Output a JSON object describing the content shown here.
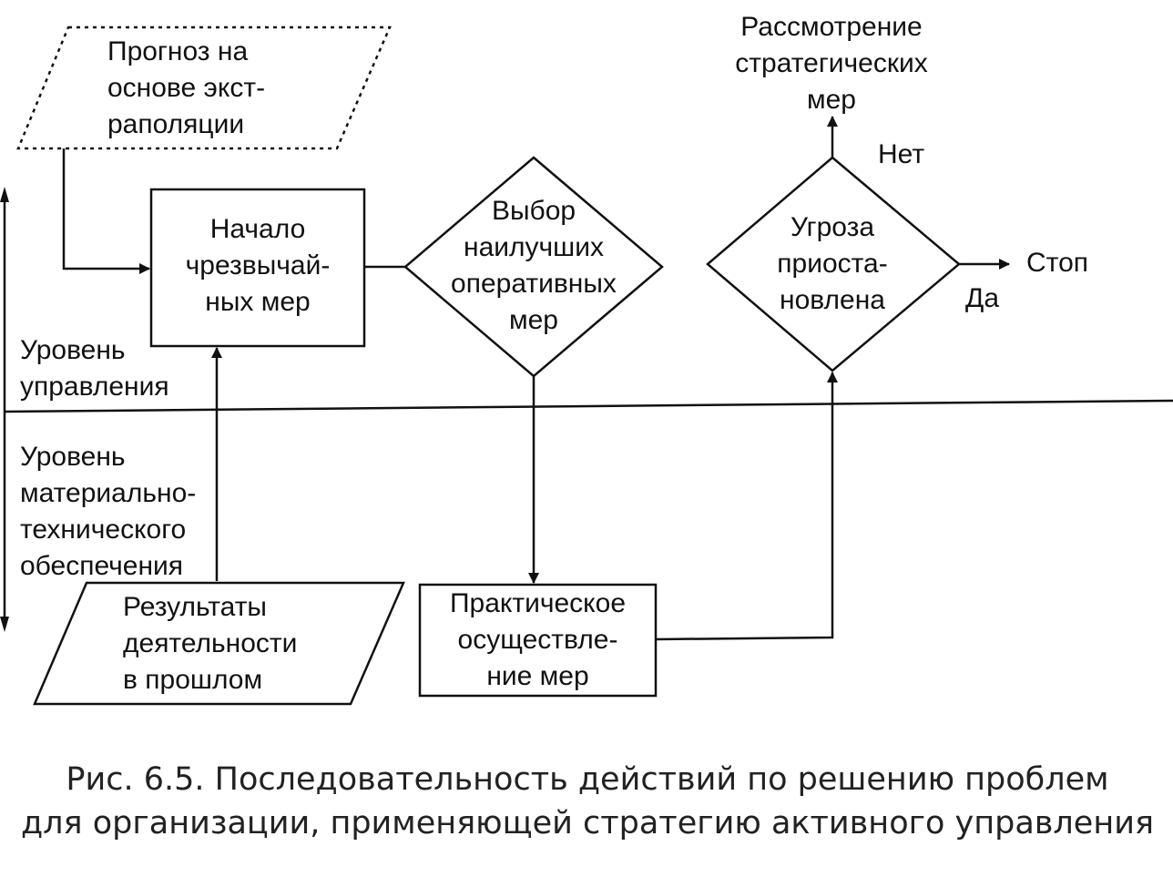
{
  "nodes": {
    "forecast": "Прогноз на\nоснове экст-\nраполяции",
    "start_emergency": "Начало\nчрезвычай-\nных мер",
    "choose_best": "Выбор\nнаилучших\nоперативных\nмер",
    "threat_stopped": "Угроза\nприоста-\nновлена",
    "past_results": "Результаты\nдеятельности\nв прошлом",
    "practical_implementation": "Практическое\nосуществле-\nние мер",
    "strategic_review": "Рассмотрение\nстратегических\nмер",
    "stop": "Стоп"
  },
  "edge_labels": {
    "no": "Нет",
    "yes": "Да"
  },
  "levels": {
    "management": "Уровень\nуправления",
    "logistics": "Уровень\nматериально-\nтехнического\nобеспечения"
  },
  "caption": "Рис. 6.5. Последовательность действий по решению проблем\nдля организации, применяющей стратегию активного управления"
}
